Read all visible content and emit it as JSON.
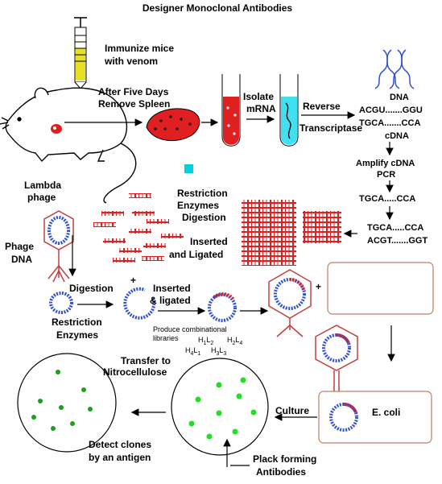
{
  "title": "Designer Monoclonal Antibodies",
  "labels": {
    "immunize_1": "Immunize mice",
    "immunize_2": "with venom",
    "after_1": "After Five Days",
    "after_2": "Remove Spleen",
    "isolate_1": "Isolate",
    "isolate_2": "mRNA",
    "reverse_1": "Reverse",
    "reverse_2": "Transcriptase",
    "dna": "DNA",
    "seq_rna_1": "ACGU.......GGU",
    "seq_rna_2": "TGCA.......CCA",
    "cdna": "cDNA",
    "amplify_1": "Amplify cDNA",
    "amplify_2": "PCR",
    "seq_pcr": "TGCA.....CCA",
    "seq_ds_1": "TGCA.....CCA",
    "seq_ds_2": "ACGT.......GGT",
    "lambda_1": "Lambda",
    "lambda_2": "phage",
    "restriction_1": "Restriction",
    "restriction_2": "Enzymes",
    "restriction_3": "Digestion",
    "inserted_1": "Inserted",
    "inserted_2": "and Ligated",
    "phage_1": "Phage",
    "phage_2": "DNA",
    "digestion": "Digestion",
    "plus": "+",
    "restriction_b1": "Restriction",
    "restriction_b2": "Enzymes",
    "inserted_b1": "Inserted",
    "inserted_b2": "& ligated",
    "produce_1": "Produce combinational",
    "produce_2": "libraries",
    "lib_1": "H",
    "lib_1s": "1",
    "lib_1b": "L",
    "lib_1bs": "2",
    "lib_2": "H",
    "lib_2s": "2",
    "lib_2b": "L",
    "lib_2bs": "4",
    "lib_3": "H",
    "lib_3s": "4",
    "lib_3b": "L",
    "lib_3bs": "1",
    "lib_4": "H",
    "lib_4s": "3",
    "lib_4b": "L",
    "lib_4bs": "3",
    "plus_2": "+",
    "transfer_1": "Transfer to",
    "transfer_2": "Nitrocellulose",
    "culture": "Culture",
    "ecoli": "E. coli",
    "detect_1": "Detect clones",
    "detect_2": "by an antigen",
    "plack_1": "Plack forming",
    "plack_2": "Antibodies"
  },
  "colors": {
    "spleen": "#e02020",
    "mrna_tube": "#e02020",
    "cdna_tube": "#40e0f0",
    "dna_blue": "#3050d0",
    "fragment_red": "#e02020",
    "phage_outline": "#c04040",
    "colony": "#20e020",
    "box_border": "#c08060",
    "marker_cyan": "#00d0e0",
    "syringe_yellow": "#e8e020"
  }
}
